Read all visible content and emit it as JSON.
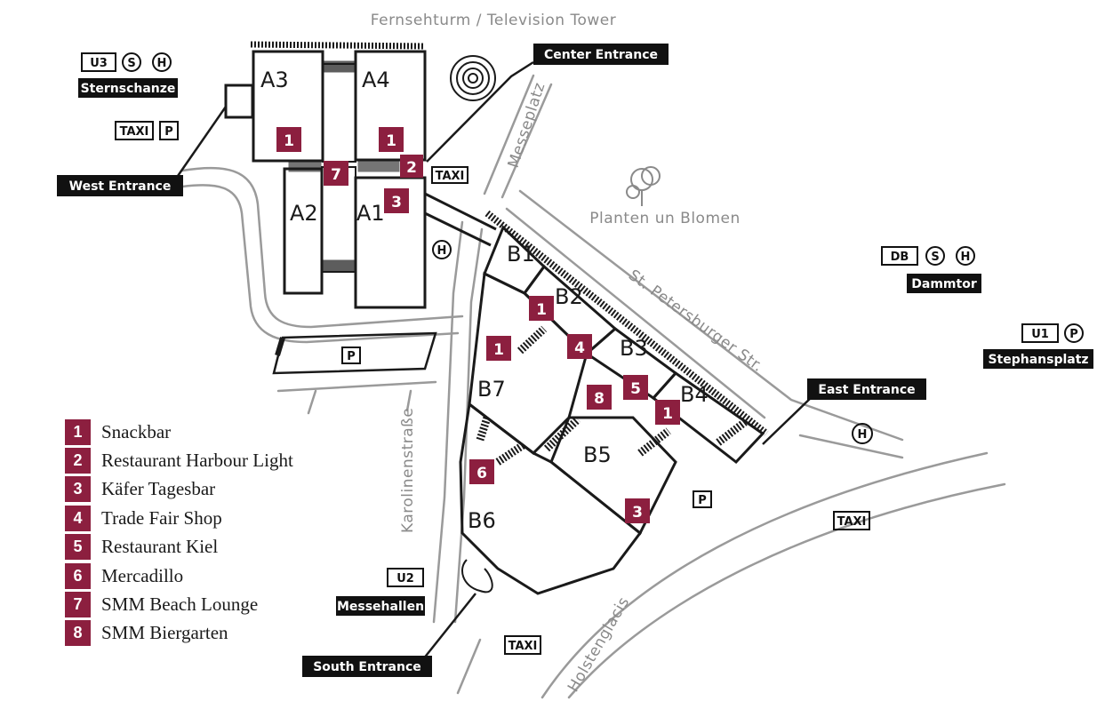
{
  "colors": {
    "accent": "#8c1f3f",
    "road": "#8a8a8a",
    "ink": "#1a1a1a"
  },
  "top_label": "Fernsehturm / Television Tower",
  "park_label": "Planten un Blomen",
  "streets": {
    "messeplatz": "Messeplatz",
    "st_petersburger": "St. Petersburger Str.",
    "karolinenstrasse": "Karolinenstraße",
    "holstenglacis": "Holstenglacis"
  },
  "entrances": {
    "center": "Center Entrance",
    "west": "West Entrance",
    "east": "East Entrance",
    "south": "South Entrance"
  },
  "halls": [
    "A1",
    "A2",
    "A3",
    "A4",
    "B1",
    "B2",
    "B3",
    "B4",
    "B5",
    "B6",
    "B7"
  ],
  "stations": {
    "sternschanze": {
      "name": "Sternschanze",
      "lines": [
        "U3",
        "S",
        "H"
      ]
    },
    "dammtor": {
      "name": "Dammtor",
      "lines": [
        "DB",
        "S",
        "H"
      ]
    },
    "stephansplatz": {
      "name": "Stephansplatz",
      "lines": [
        "U1",
        "P"
      ]
    },
    "messehallen": {
      "name": "Messehallen",
      "lines": [
        "U2"
      ]
    }
  },
  "signs": {
    "taxi": "TAXI",
    "parking": "P",
    "bus": "H"
  },
  "legend": [
    {
      "num": "1",
      "label": "Snackbar"
    },
    {
      "num": "2",
      "label": "Restaurant Harbour Light"
    },
    {
      "num": "3",
      "label": "Käfer Tagesbar"
    },
    {
      "num": "4",
      "label": "Trade Fair Shop"
    },
    {
      "num": "5",
      "label": "Restaurant Kiel"
    },
    {
      "num": "6",
      "label": "Mercadillo"
    },
    {
      "num": "7",
      "label": "SMM Beach Lounge"
    },
    {
      "num": "8",
      "label": "SMM Biergarten"
    }
  ]
}
